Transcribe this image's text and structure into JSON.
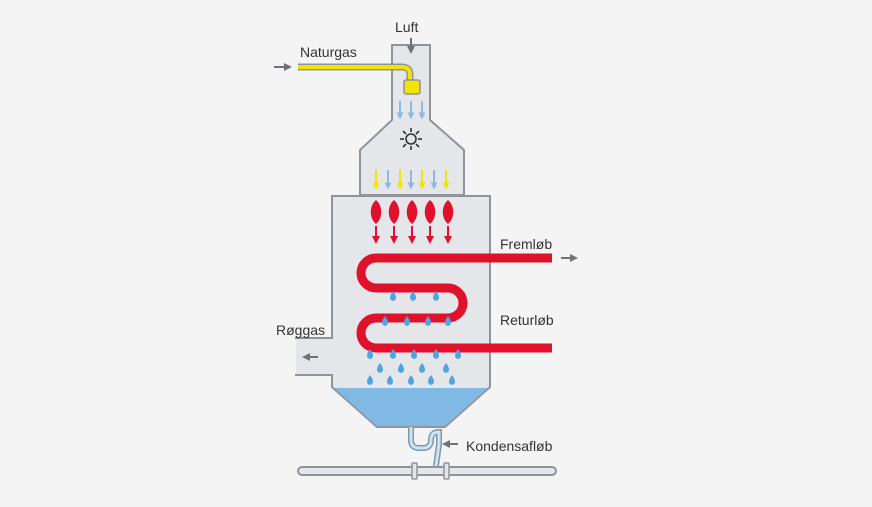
{
  "labels": {
    "air": "Luft",
    "natural_gas": "Naturgas",
    "supply": "Fremløb",
    "return": "Returløb",
    "flue_gas": "Røggas",
    "condensate_drain": "Kondensafløb"
  },
  "colors": {
    "background": "#f4f4f4",
    "shell_fill": "#e4e6ea",
    "outline": "#8f949a",
    "gas_yellow": "#f2e400",
    "air_blue": "#8fb9e2",
    "flame_red": "#e0112b",
    "coil_red": "#e0112b",
    "droplet_blue": "#4ea5e0",
    "condensate_fill": "#7fb9e4",
    "arrow_grey": "#6e7378"
  },
  "icons": [
    "fan-icon",
    "droplet-icon",
    "flame-icon",
    "arrow-icon"
  ]
}
